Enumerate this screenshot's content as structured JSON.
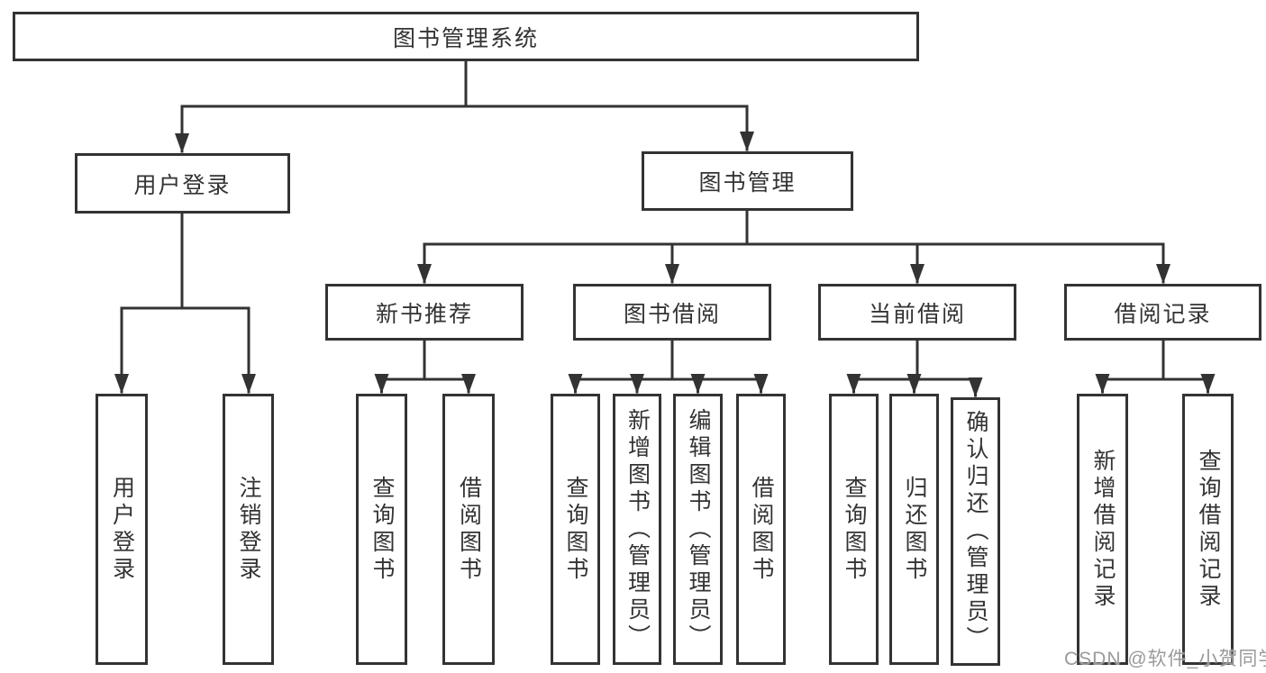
{
  "diagram": {
    "root": {
      "label": "图书管理系统"
    },
    "level2": [
      {
        "label": "用户登录"
      },
      {
        "label": "图书管理"
      }
    ],
    "level3": [
      {
        "label": "新书推荐"
      },
      {
        "label": "图书借阅"
      },
      {
        "label": "当前借阅"
      },
      {
        "label": "借阅记录"
      }
    ],
    "leaves": [
      {
        "label": "用户登录"
      },
      {
        "label": "注销登录"
      },
      {
        "label": "查询图书"
      },
      {
        "label": "借阅图书"
      },
      {
        "label": "查询图书"
      },
      {
        "label": "新增图书（管理员）"
      },
      {
        "label": "编辑图书（管理员）"
      },
      {
        "label": "借阅图书"
      },
      {
        "label": "查询图书"
      },
      {
        "label": "归还图书"
      },
      {
        "label": "确认归还（管理员）"
      },
      {
        "label": "新增借阅记录"
      },
      {
        "label": "查询借阅记录"
      }
    ]
  },
  "watermark": {
    "text": "CSDN @软件_小贺同学"
  },
  "colors": {
    "line": "#333333",
    "text": "#333333",
    "watermark": "#9a9a9a",
    "background": "#ffffff"
  }
}
